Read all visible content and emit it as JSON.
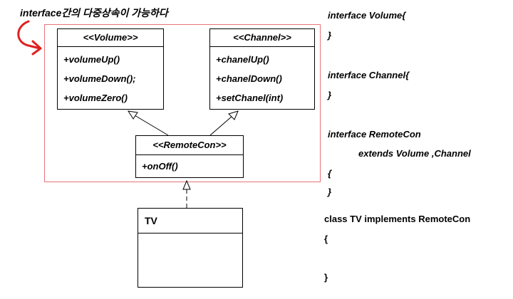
{
  "caption": "interface간의 다중상속이 가능하다",
  "colors": {
    "frame": "#e8747a",
    "arrow": "#e02020",
    "line": "#000000"
  },
  "volume": {
    "name": "<<Volume>>",
    "ops": [
      "+volumeUp()",
      "+volumeDown();",
      "+volumeZero()"
    ]
  },
  "channel": {
    "name": "<<Channel>>",
    "ops": [
      "+chanelUp()",
      "+chanelDown()",
      "+setChanel(int)"
    ]
  },
  "remote": {
    "name": "<<RemoteCon>>",
    "ops": [
      "+onOff()"
    ]
  },
  "tv": {
    "name": "TV"
  },
  "code": {
    "volume_decl": "interface Volume{",
    "volume_close": "}",
    "channel_decl": "interface Channel{",
    "channel_close": "}",
    "remote_decl": "interface RemoteCon",
    "remote_extends": "extends Volume ,Channel",
    "remote_open": "{",
    "remote_close": "}",
    "tv_decl": "class TV implements RemoteCon",
    "tv_open": "{",
    "tv_close": "}"
  }
}
